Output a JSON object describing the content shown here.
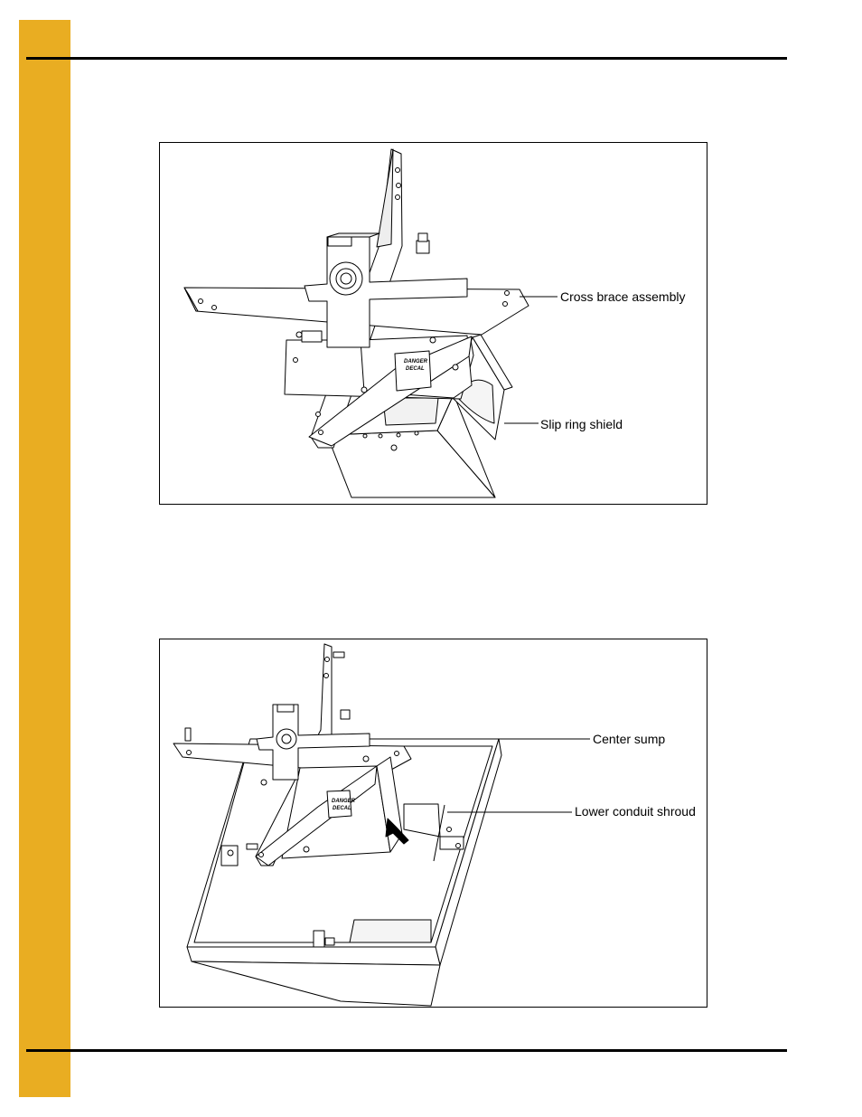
{
  "figure1": {
    "callouts": {
      "cross_brace": "Cross brace assembly",
      "slip_ring": "Slip ring shield"
    },
    "decal_line1": "DANGER",
    "decal_line2": "DECAL"
  },
  "figure2": {
    "callouts": {
      "center_sump": "Center sump",
      "lower_conduit": "Lower conduit shroud"
    },
    "decal_line1": "DANGER",
    "decal_line2": "DECAL"
  }
}
